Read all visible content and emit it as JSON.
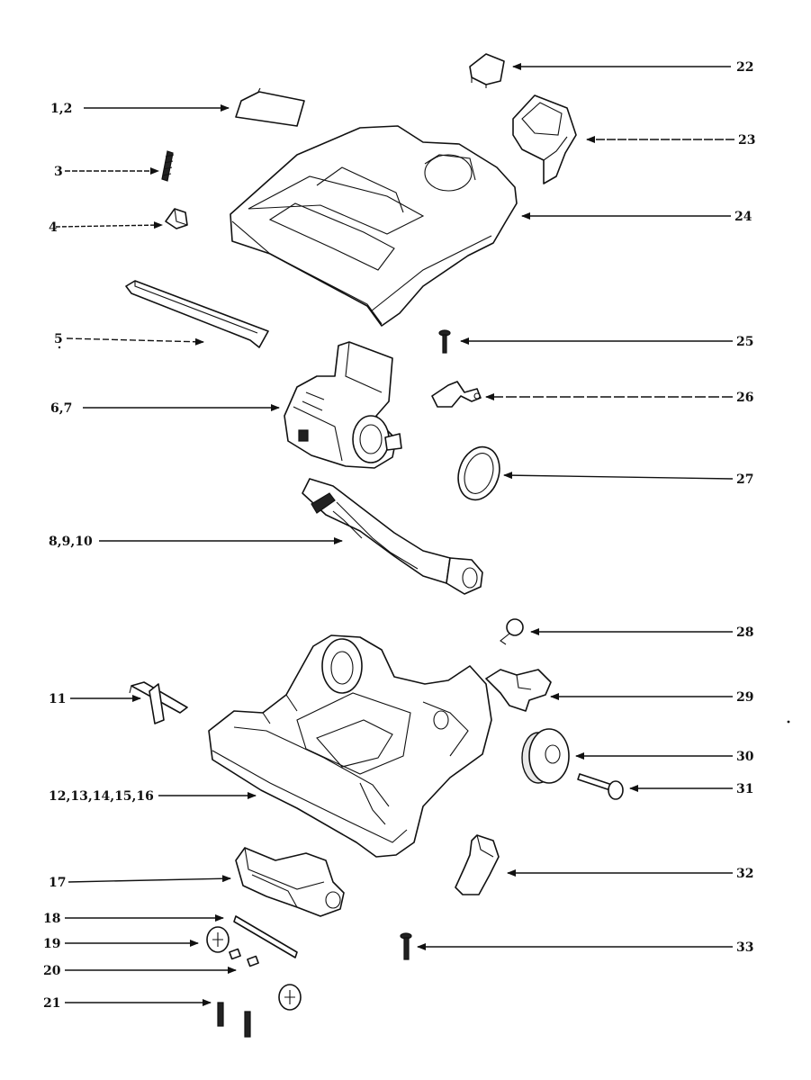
{
  "callouts": [
    {
      "id": "c1",
      "label": "1,2"
    },
    {
      "id": "c3",
      "label": "3"
    },
    {
      "id": "c4",
      "label": "4"
    },
    {
      "id": "c5",
      "label": "5"
    },
    {
      "id": "c6",
      "label": "6,7"
    },
    {
      "id": "c8",
      "label": "8,9,10"
    },
    {
      "id": "c11",
      "label": "11"
    },
    {
      "id": "c12",
      "label": "12,13,14,15,16"
    },
    {
      "id": "c17",
      "label": "17"
    },
    {
      "id": "c18",
      "label": "18"
    },
    {
      "id": "c19",
      "label": "19"
    },
    {
      "id": "c20",
      "label": "20"
    },
    {
      "id": "c21",
      "label": "21"
    },
    {
      "id": "c22",
      "label": "22"
    },
    {
      "id": "c23",
      "label": "23"
    },
    {
      "id": "c24",
      "label": "24"
    },
    {
      "id": "c25",
      "label": "25"
    },
    {
      "id": "c26",
      "label": "26"
    },
    {
      "id": "c27",
      "label": "27"
    },
    {
      "id": "c28",
      "label": "28"
    },
    {
      "id": "c29",
      "label": "29"
    },
    {
      "id": "c30",
      "label": "30"
    },
    {
      "id": "c31",
      "label": "31"
    },
    {
      "id": "c32",
      "label": "32"
    },
    {
      "id": "c33",
      "label": "33"
    }
  ]
}
